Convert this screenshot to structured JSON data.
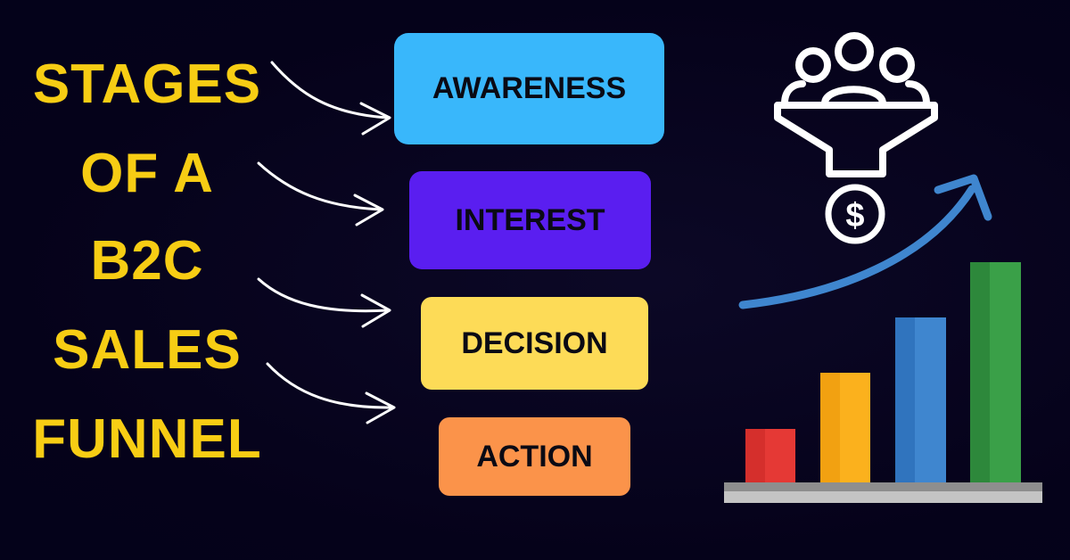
{
  "title": {
    "lines": [
      "STAGES",
      "OF A",
      "B2C",
      "SALES",
      "FUNNEL"
    ],
    "color": "#f7cd14"
  },
  "stages": [
    {
      "label": "AWARENESS",
      "color": "#39b7fb"
    },
    {
      "label": "INTEREST",
      "color": "#5a1ef0"
    },
    {
      "label": "DECISION",
      "color": "#fddb57"
    },
    {
      "label": "ACTION",
      "color": "#fb934a"
    }
  ],
  "icons": {
    "funnel": "customer-funnel-icon",
    "dollar": "dollar-coin-icon",
    "growth_arrow": "growth-arrow-icon",
    "bar_chart": "growth-bar-chart-icon"
  },
  "bar_colors": [
    "#e53935",
    "#fbb11d",
    "#3f86cf",
    "#3aa048"
  ],
  "arrow_color": "#ffffff",
  "growth_arrow_color": "#3f86cf"
}
